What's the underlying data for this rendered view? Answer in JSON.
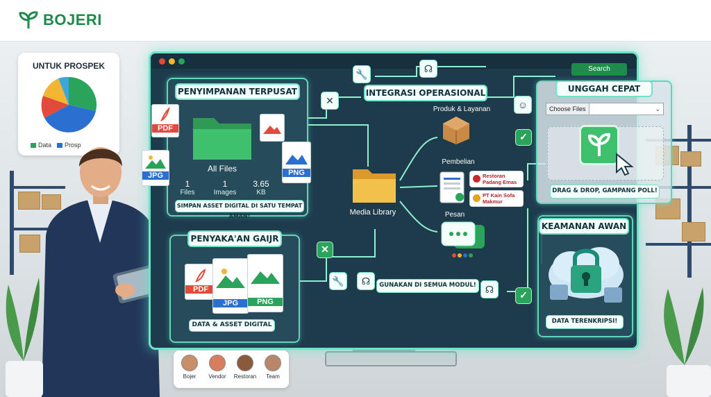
{
  "brand": {
    "name": "BOJERI",
    "color": "#1f8a4c"
  },
  "pie_card": {
    "title": "UNTUK PROSPEK",
    "legend": [
      {
        "label": "Data",
        "color": "#2aa35b"
      },
      {
        "label": "Prosp",
        "color": "#2b6fd1"
      }
    ]
  },
  "monitor": {
    "search_button": "Search",
    "storage": {
      "title": "PENYIMPANAN TERPUSAT",
      "folder_label": "All Files",
      "stats": [
        {
          "value": "1",
          "unit": "Files"
        },
        {
          "value": "1",
          "unit": "Images"
        },
        {
          "value": "3.65",
          "unit": "KB"
        }
      ],
      "caption": "SIMPAN ASSET DIGITAL DI SATU TEMPAT AMAN!",
      "files": [
        "PDF",
        "JPG",
        "PNG"
      ]
    },
    "secure_storage": {
      "title": "PENYAKA'AN GAIJR",
      "files": [
        "PDF",
        "JPG",
        "PNG"
      ],
      "caption": "DATA & ASSET DIGITAL"
    },
    "integration": {
      "title": "INTEGRASI OPERASIONAL",
      "media_library": "Media Library",
      "products": "Produk & Layanan",
      "purchasing": "Pembelian",
      "messages": "Pesan",
      "vendors": [
        "Restoran Padang Emas",
        "PT Kain Sofa Makmur"
      ],
      "footer": "GUNAKAN DI SEMUA MODUL!"
    },
    "upload": {
      "title": "UNGGAH CEPAT",
      "choose_files": "Choose Files",
      "caption": "DRAG & DROP, GAMPANG POLL!"
    },
    "cloud": {
      "title": "KEAMANAN AWAN",
      "caption": "DATA TERENKRIPSI!"
    }
  },
  "team": [
    {
      "name": "Bojer"
    },
    {
      "name": "Vendor"
    },
    {
      "name": "Restoran"
    },
    {
      "name": "Team"
    }
  ]
}
